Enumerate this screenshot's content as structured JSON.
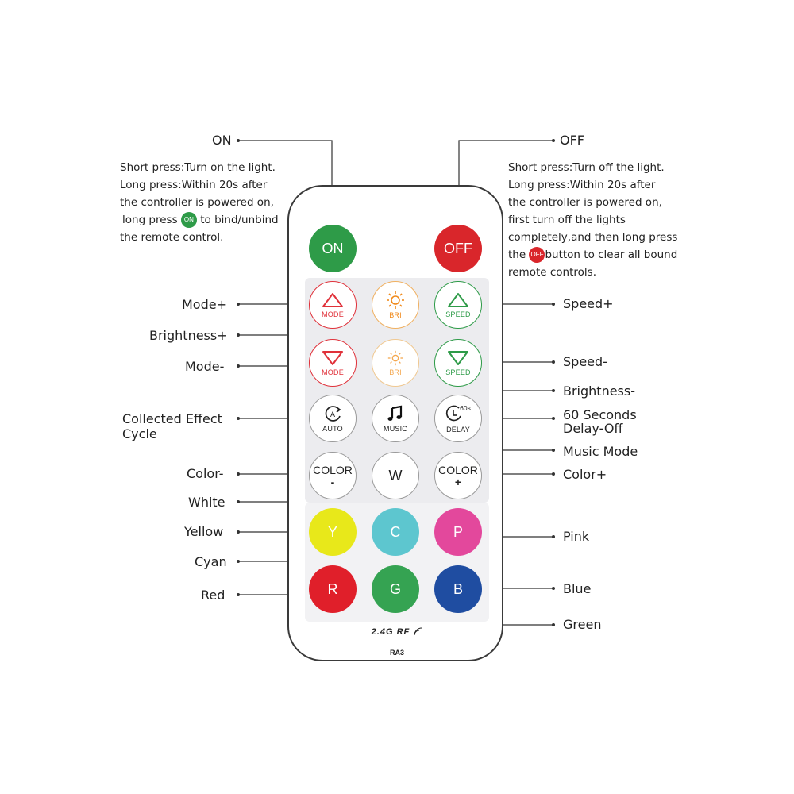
{
  "labels": {
    "on": "ON",
    "off": "OFF",
    "mode_plus": "Mode+",
    "brightness_plus": "Brightness+",
    "mode_minus": "Mode-",
    "collected_line1": "Collected Effect",
    "collected_line2": "Cycle",
    "color_minus": "Color-",
    "white": "White",
    "yellow": "Yellow",
    "cyan": "Cyan",
    "red": "Red",
    "speed_plus": "Speed+",
    "speed_minus": "Speed-",
    "brightness_minus": "Brightness-",
    "delay_line1": "60 Seconds",
    "delay_line2": "Delay-Off",
    "music_mode": "Music Mode",
    "color_plus": "Color+",
    "pink": "Pink",
    "blue": "Blue",
    "green": "Green"
  },
  "notes": {
    "on": {
      "l1": "Short press:Turn on the light.",
      "l2": "Long press:Within 20s after",
      "l3": "the controller is powered on,",
      "l4_pre": "long press",
      "l4_icon": "ON",
      "l4_post": "to bind/unbind",
      "l5": "the remote control."
    },
    "off": {
      "l1": "Short press:Turn off the light.",
      "l2": "Long press:Within 20s after",
      "l3": "the controller is powered on,",
      "l4": "first turn off the lights",
      "l5": "completely,and then long press",
      "l6_pre": "the",
      "l6_icon": "OFF",
      "l6_post": "button to clear all bound",
      "l7": "remote controls."
    }
  },
  "buttons": {
    "on": "ON",
    "off": "OFF",
    "mode": "MODE",
    "bri": "BRI",
    "speed": "SPEED",
    "auto": "AUTO",
    "music": "MUSIC",
    "delay": "DELAY",
    "delay_badge": "60s",
    "auto_badge": "A",
    "color": "COLOR",
    "minus": "-",
    "plus": "+",
    "w": "W",
    "y": "Y",
    "c": "C",
    "p": "P",
    "r": "R",
    "g": "G",
    "b": "B"
  },
  "remote": {
    "brand": "2.4G RF",
    "model": "RA3"
  },
  "colors": {
    "on": "#2e9b48",
    "off": "#d9262b",
    "mode_red": "#e0313a",
    "bri_orange": "#f08a1c",
    "speed_green": "#2e9b48",
    "yellow": "#e8e81a",
    "cyan": "#5dc6cf",
    "pink": "#e3489c",
    "red": "#e01f2a",
    "green": "#35a352",
    "blue": "#1f4da1"
  }
}
